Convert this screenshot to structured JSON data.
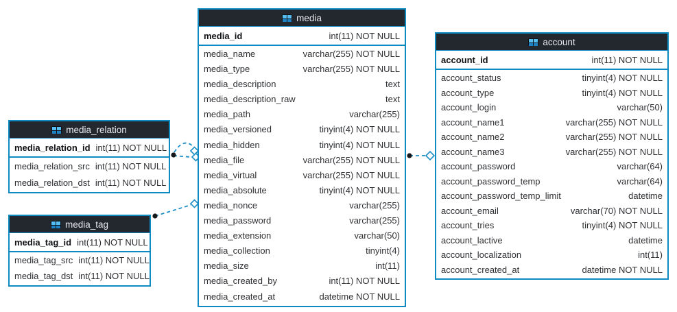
{
  "diagram": {
    "colors": {
      "table_border": "#0e8ac2",
      "header_bg": "#23272e",
      "header_text": "#e9ebee",
      "row_text": "#2f3033",
      "connection_line": "#1e8fc6"
    },
    "tables": [
      {
        "id": "media_relation",
        "title": "media_relation",
        "icon": "table-icon",
        "primary_key": {
          "name": "media_relation_id",
          "type": "int(11) NOT NULL"
        },
        "columns": [
          {
            "name": "media_relation_src",
            "type": "int(11) NOT NULL"
          },
          {
            "name": "media_relation_dst",
            "type": "int(11) NOT NULL"
          }
        ]
      },
      {
        "id": "media_tag",
        "title": "media_tag",
        "icon": "table-icon",
        "primary_key": {
          "name": "media_tag_id",
          "type": "int(11) NOT NULL"
        },
        "columns": [
          {
            "name": "media_tag_src",
            "type": "int(11) NOT NULL"
          },
          {
            "name": "media_tag_dst",
            "type": "int(11) NOT NULL"
          }
        ]
      },
      {
        "id": "media",
        "title": "media",
        "icon": "table-icon",
        "primary_key": {
          "name": "media_id",
          "type": "int(11) NOT NULL"
        },
        "columns": [
          {
            "name": "media_name",
            "type": "varchar(255) NOT NULL"
          },
          {
            "name": "media_type",
            "type": "varchar(255) NOT NULL"
          },
          {
            "name": "media_description",
            "type": "text"
          },
          {
            "name": "media_description_raw",
            "type": "text"
          },
          {
            "name": "media_path",
            "type": "varchar(255)"
          },
          {
            "name": "media_versioned",
            "type": "tinyint(4) NOT NULL"
          },
          {
            "name": "media_hidden",
            "type": "tinyint(4) NOT NULL"
          },
          {
            "name": "media_file",
            "type": "varchar(255) NOT NULL"
          },
          {
            "name": "media_virtual",
            "type": "varchar(255) NOT NULL"
          },
          {
            "name": "media_absolute",
            "type": "tinyint(4) NOT NULL"
          },
          {
            "name": "media_nonce",
            "type": "varchar(255)"
          },
          {
            "name": "media_password",
            "type": "varchar(255)"
          },
          {
            "name": "media_extension",
            "type": "varchar(50)"
          },
          {
            "name": "media_collection",
            "type": "tinyint(4)"
          },
          {
            "name": "media_size",
            "type": "int(11)"
          },
          {
            "name": "media_created_by",
            "type": "int(11) NOT NULL"
          },
          {
            "name": "media_created_at",
            "type": "datetime NOT NULL"
          }
        ]
      },
      {
        "id": "account",
        "title": "account",
        "icon": "table-icon",
        "primary_key": {
          "name": "account_id",
          "type": "int(11) NOT NULL"
        },
        "columns": [
          {
            "name": "account_status",
            "type": "tinyint(4) NOT NULL"
          },
          {
            "name": "account_type",
            "type": "tinyint(4) NOT NULL"
          },
          {
            "name": "account_login",
            "type": "varchar(50)"
          },
          {
            "name": "account_name1",
            "type": "varchar(255) NOT NULL"
          },
          {
            "name": "account_name2",
            "type": "varchar(255) NOT NULL"
          },
          {
            "name": "account_name3",
            "type": "varchar(255) NOT NULL"
          },
          {
            "name": "account_password",
            "type": "varchar(64)"
          },
          {
            "name": "account_password_temp",
            "type": "varchar(64)"
          },
          {
            "name": "account_password_temp_limit",
            "type": "datetime"
          },
          {
            "name": "account_email",
            "type": "varchar(70) NOT NULL"
          },
          {
            "name": "account_tries",
            "type": "tinyint(4) NOT NULL"
          },
          {
            "name": "account_lactive",
            "type": "datetime"
          },
          {
            "name": "account_localization",
            "type": "int(11)"
          },
          {
            "name": "account_created_at",
            "type": "datetime NOT NULL"
          }
        ]
      }
    ],
    "connections": [
      {
        "from": "media_relation",
        "to": "media",
        "style": "dashed",
        "from_marker": "filled-circle",
        "to_marker": "open-diamond"
      },
      {
        "from": "media_relation",
        "to": "media",
        "style": "dashed-arc",
        "from_marker": "filled-circle",
        "to_marker": "open-diamond"
      },
      {
        "from": "media_tag",
        "to": "media",
        "style": "dashed",
        "from_marker": "filled-circle",
        "to_marker": "open-diamond"
      },
      {
        "from": "media",
        "to": "account",
        "style": "dashed",
        "from_marker": "filled-circle",
        "to_marker": "open-diamond"
      }
    ]
  }
}
